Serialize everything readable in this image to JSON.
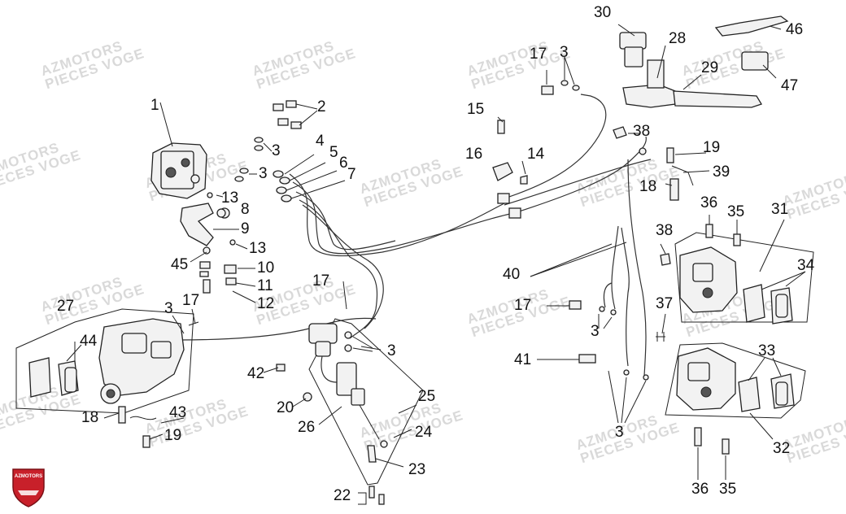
{
  "watermark": {
    "line1": "AZMOTORS",
    "line2": "PIECES VOGE"
  },
  "logo": {
    "text": "AZMOTORS"
  },
  "callouts": [
    "1",
    "2",
    "3",
    "3",
    "3",
    "3",
    "4",
    "5",
    "6",
    "7",
    "8",
    "9",
    "10",
    "11",
    "12",
    "13",
    "13",
    "14",
    "15",
    "16",
    "17",
    "17",
    "17",
    "17",
    "18",
    "18",
    "19",
    "19",
    "20",
    "22",
    "23",
    "24",
    "25",
    "26",
    "27",
    "28",
    "29",
    "30",
    "31",
    "32",
    "33",
    "34",
    "35",
    "35",
    "36",
    "36",
    "37",
    "38",
    "38",
    "39",
    "40",
    "41",
    "42",
    "43",
    "44",
    "45",
    "46",
    "47",
    "3",
    "3"
  ],
  "colors": {
    "line": "#222222",
    "watermark": "#d9d9d9",
    "logo": "#c8202a"
  }
}
